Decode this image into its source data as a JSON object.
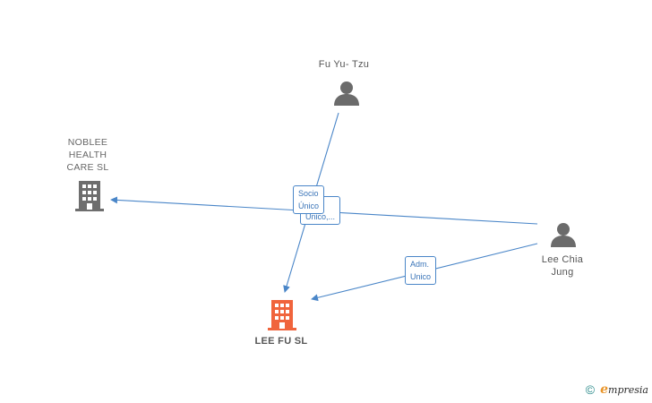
{
  "nodes": {
    "fu_yu_tzu": {
      "label": "Fu Yu- Tzu",
      "type": "person"
    },
    "noblee": {
      "label_lines": [
        "NOBLEE",
        "HEALTH",
        "CARE  SL"
      ],
      "type": "company"
    },
    "lee_chia_jung": {
      "label_lines": [
        "Lee Chia",
        "Jung"
      ],
      "type": "person"
    },
    "lee_fu_sl": {
      "label": "LEE FU  SL",
      "type": "company-focus"
    }
  },
  "edges": {
    "socio_unico": {
      "line1": "Socio",
      "line2": "Único"
    },
    "unico_back": {
      "line1": "...",
      "line2": "Unico,..."
    },
    "adm_unico": {
      "line1": "Adm.",
      "line2": "Unico"
    }
  },
  "colors": {
    "edge": "#4a86c8",
    "person_icon": "#6b6b6b",
    "company_icon": "#6e6e6e",
    "focus_company_icon": "#f0643c"
  },
  "brand": {
    "copyright": "©",
    "e": "e",
    "rest": "mpresia"
  }
}
